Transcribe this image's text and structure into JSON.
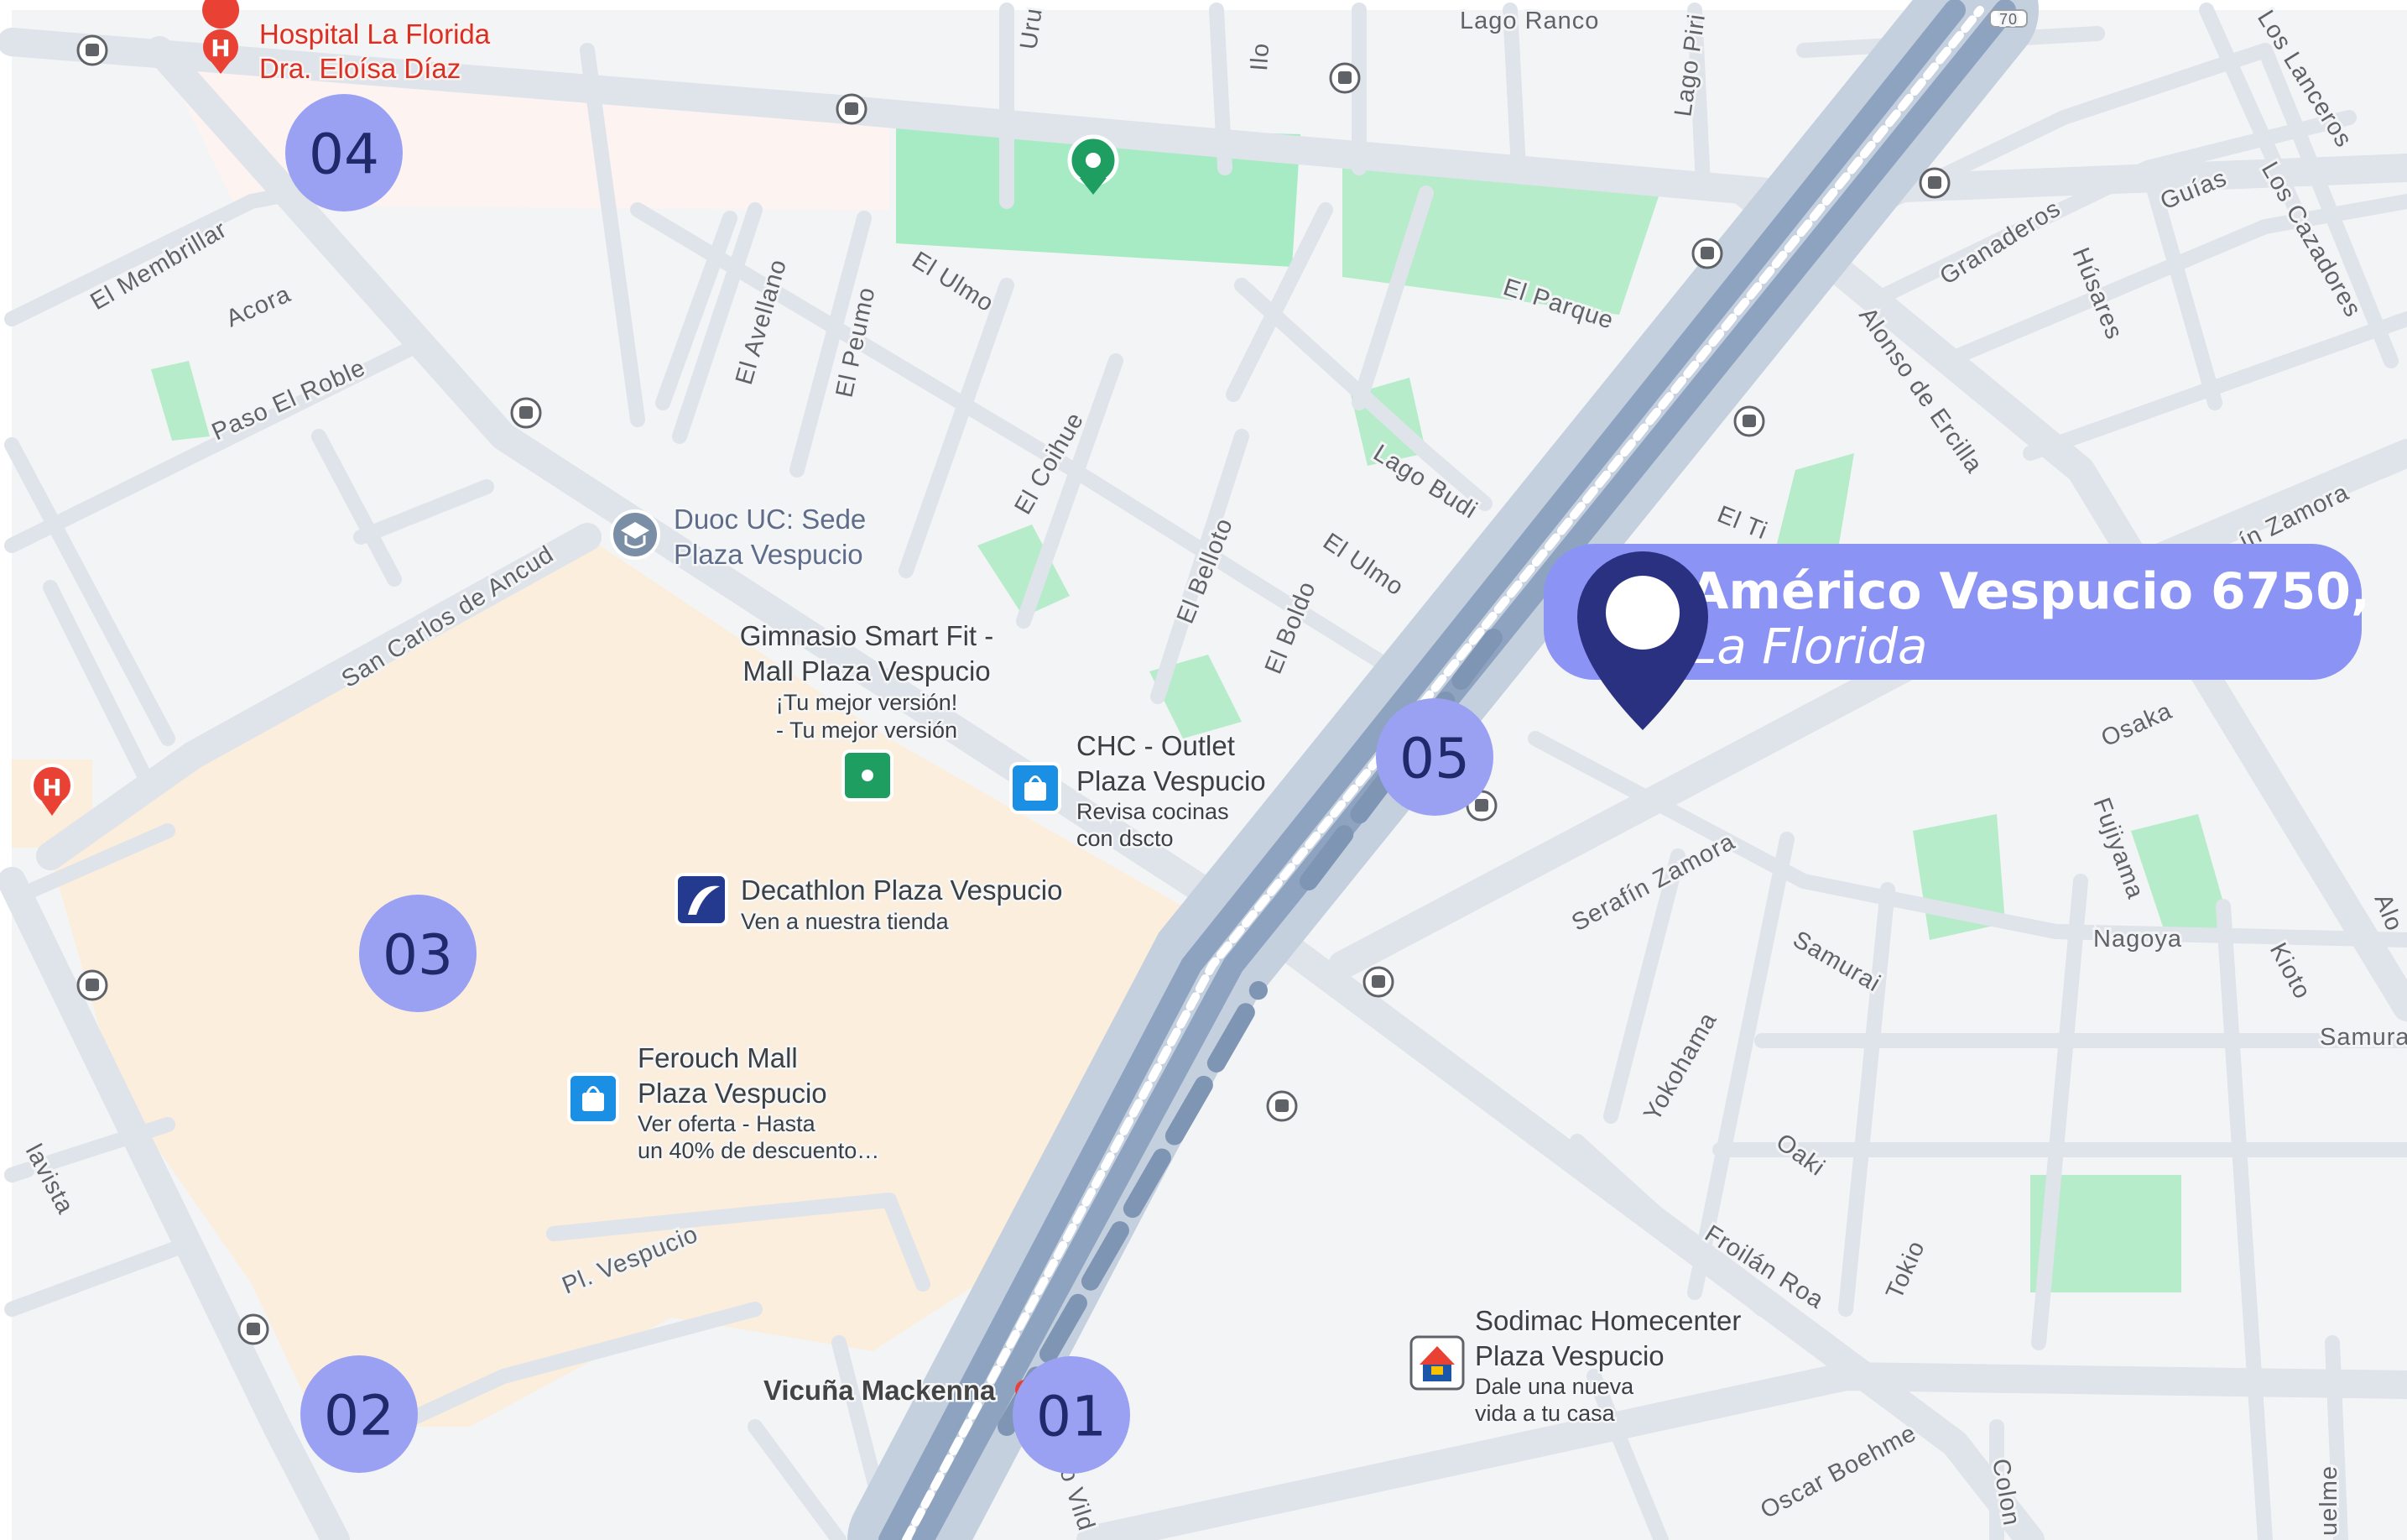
{
  "colors": {
    "background": "#f3f4f6",
    "road": "#dfe3ea",
    "highway": "#8da3c0",
    "park": "#b6ecc9",
    "mall_area": "#fbeedd",
    "hospital_area": "#fdf3f1",
    "badge": "#9aa1f3",
    "badge_text": "#1f2a6b",
    "pin": "#2a3180",
    "callout": "#8b93f4"
  },
  "callout": {
    "title": "Américo Vespucio 6750,",
    "subtitle": "La Florida"
  },
  "markers": [
    "01",
    "02",
    "03",
    "04",
    "05"
  ],
  "streets": {
    "lago_ranco": "Lago Ranco",
    "lago_piri": "Lago Piri",
    "uru": "Uru",
    "ilo": "Ilo",
    "highway_shield": "70",
    "los_lanceros": "Los Lanceros",
    "el_membrillar": "El Membrillar",
    "acora": "Acora",
    "paso_el_roble": "Paso El Roble",
    "el_avellano": "El Avellano",
    "el_peumo": "El Peumo",
    "el_ulmo_1": "El Ulmo",
    "el_ulmo_2": "El Ulmo",
    "el_parque": "El Parque",
    "granaderos": "Granaderos",
    "guias": "Guías",
    "los_cazadores": "Los Cazadores",
    "husares": "Húsares",
    "alonso_de_ercilla": "Alonso de Ercilla",
    "lago_budi": "Lago Budi",
    "el_coihue": "El Coihue",
    "el_belloto": "El Belloto",
    "el_boldo": "El Boldo",
    "el_ti": "El Ti",
    "in_zamora": "ín Zamora",
    "san_carlos_de_ancud": "San Carlos de Ancud",
    "osaka": "Osaka",
    "fujiyama": "Fujiyama",
    "serafin_zamora": "Serafín Zamora",
    "samurai": "Samurai",
    "nagoya": "Nagoya",
    "kioto": "Kioto",
    "samura": "Samura",
    "alo": "Alo",
    "yokohama": "Yokohama",
    "oaki": "Oaki",
    "froilan_roa": "Froilán Roa",
    "tokio": "Tokio",
    "pl_vespucio": "Pl. Vespucio",
    "lavista": "lavista",
    "oscar_boehme": "Oscar Boehme",
    "colon": "Colon",
    "uelme": "uelme",
    "o_vild": "o Vild"
  },
  "places": {
    "hospital": {
      "line1": "Hospital La Florida",
      "line2": "Dra. Eloísa Díaz"
    },
    "duoc": {
      "line1": "Duoc UC: Sede",
      "line2": "Plaza Vespucio"
    },
    "gimnasio": {
      "line1": "Gimnasio Smart Fit -",
      "line2": "Mall Plaza Vespucio",
      "line3": "¡Tu mejor versión!",
      "line4": "- Tu mejor versión"
    },
    "chc": {
      "line1": "CHC - Outlet",
      "line2": "Plaza Vespucio",
      "line3": "Revisa cocinas",
      "line4": "con dscto"
    },
    "decathlon": {
      "line1": "Decathlon Plaza Vespucio",
      "line2": "Ven a nuestra tienda"
    },
    "ferouch": {
      "line1": "Ferouch Mall",
      "line2": "Plaza Vespucio",
      "line3": "Ver oferta - Hasta",
      "line4": "un 40% de descuento…"
    },
    "vicuna": {
      "line1": "Vicuña Mackenna"
    },
    "sodimac": {
      "line1": "Sodimac Homecenter",
      "line2": "Plaza Vespucio",
      "line3": "Dale una nueva",
      "line4": "vida a tu casa"
    }
  }
}
